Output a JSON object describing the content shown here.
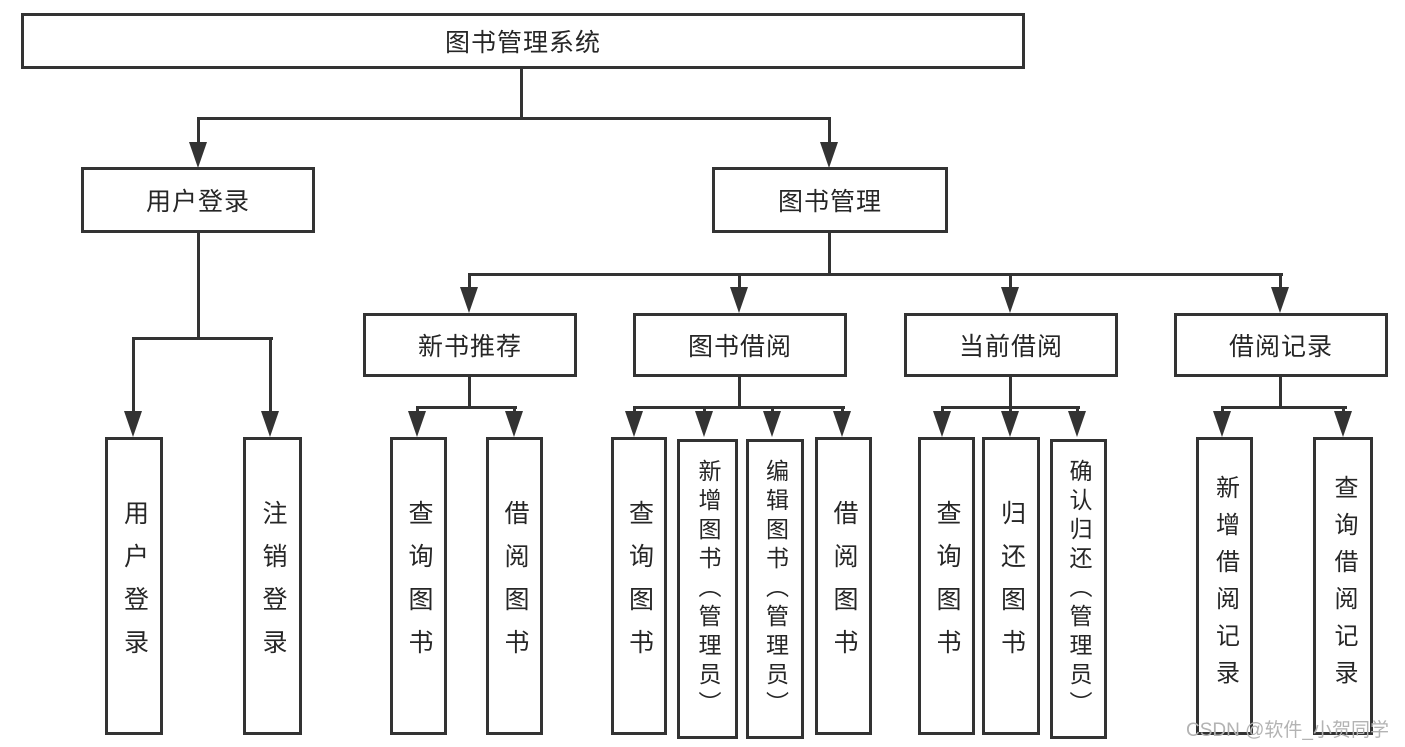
{
  "root": {
    "label": "图书管理系统"
  },
  "user_branch": {
    "label": "用户登录",
    "leaves": [
      "用户登录",
      "注销登录"
    ]
  },
  "book_branch": {
    "label": "图书管理",
    "groups": [
      {
        "label": "新书推荐",
        "leaves": [
          "查询图书",
          "借阅图书"
        ]
      },
      {
        "label": "图书借阅",
        "leaves": [
          "查询图书",
          "新增图书（管理员）",
          "编辑图书（管理员）",
          "借阅图书"
        ]
      },
      {
        "label": "当前借阅",
        "leaves": [
          "查询图书",
          "归还图书",
          "确认归还（管理员）"
        ]
      },
      {
        "label": "借阅记录",
        "leaves": [
          "新增借阅记录",
          "查询借阅记录"
        ]
      }
    ]
  },
  "watermark": {
    "text": "CSDN @软件_小贺同学"
  },
  "colors": {
    "line": "#333333",
    "text": "#262626",
    "watermark": "#b3b3b3",
    "background": "#ffffff"
  }
}
